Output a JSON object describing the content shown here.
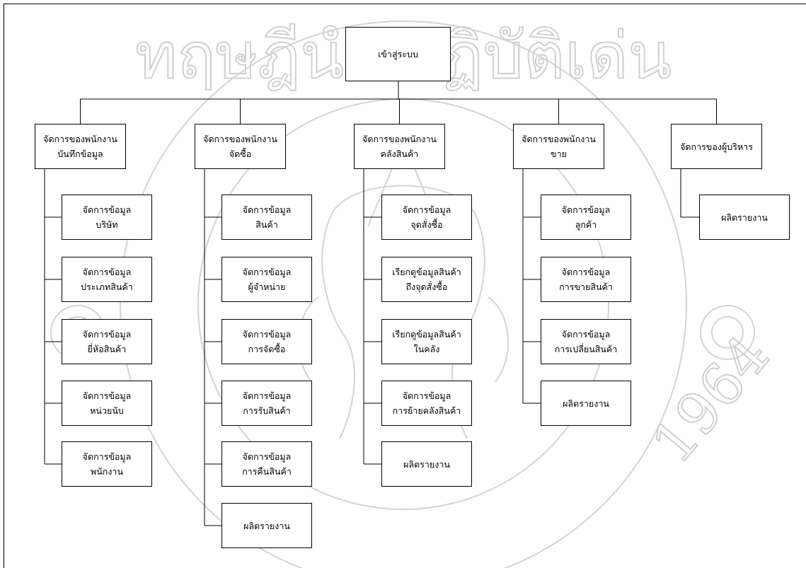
{
  "root": {
    "label": "เข้าสู่ระบบ"
  },
  "categories": [
    {
      "line1": "จัดการของพนักงาน",
      "line2": "บันทึกข้อมูล",
      "children": [
        {
          "line1": "จัดการข้อมูล",
          "line2": "บริษัท"
        },
        {
          "line1": "จัดการข้อมูล",
          "line2": "ประเภทสินค้า"
        },
        {
          "line1": "จัดการข้อมูล",
          "line2": "ยี่ห้อสินค้า"
        },
        {
          "line1": "จัดการข้อมูล",
          "line2": "หน่วยนับ"
        },
        {
          "line1": "จัดการข้อมูล",
          "line2": "พนักงาน"
        }
      ]
    },
    {
      "line1": "จัดการของพนักงาน",
      "line2": "จัดซื้อ",
      "children": [
        {
          "line1": "จัดการข้อมูล",
          "line2": "สินค้า"
        },
        {
          "line1": "จัดการข้อมูล",
          "line2": "ผู้จำหน่าย"
        },
        {
          "line1": "จัดการข้อมูล",
          "line2": "การจัดซื้อ"
        },
        {
          "line1": "จัดการข้อมูล",
          "line2": "การรับสินค้า"
        },
        {
          "line1": "จัดการข้อมูล",
          "line2": "การคืนสินค้า"
        },
        {
          "line1": "ผลิตรายงาน",
          "line2": ""
        }
      ]
    },
    {
      "line1": "จัดการของพนักงาน",
      "line2": "คลังสินค้า",
      "children": [
        {
          "line1": "จัดการข้อมูล",
          "line2": "จุดสั่งซื้อ"
        },
        {
          "line1": "เรียกดูข้อมูลสินค้า",
          "line2": "ถึงจุดสั่งซื้อ"
        },
        {
          "line1": "เรียกดูข้อมูลสินค้า",
          "line2": "ในคลัง"
        },
        {
          "line1": "จัดการข้อมูล",
          "line2": "การย้ายคลังสินค้า"
        },
        {
          "line1": "ผลิตรายงาน",
          "line2": ""
        }
      ]
    },
    {
      "line1": "จัดการของพนักงาน",
      "line2": "ขาย",
      "children": [
        {
          "line1": "จัดการข้อมูล",
          "line2": "ลูกค้า"
        },
        {
          "line1": "จัดการข้อมูล",
          "line2": "การขายสินค้า"
        },
        {
          "line1": "จัดการข้อมูล",
          "line2": "การเปลี่ยนสินค้า"
        },
        {
          "line1": "ผลิตรายงาน",
          "line2": ""
        }
      ]
    },
    {
      "line1": "จัดการของผู้บริหาร",
      "line2": "",
      "children": [
        {
          "line1": "ผลิตรายงาน",
          "line2": ""
        }
      ]
    }
  ],
  "watermark": {
    "motto": "ทฤษฎีนำ ปฏิบัติเด่น",
    "year": "1964"
  }
}
